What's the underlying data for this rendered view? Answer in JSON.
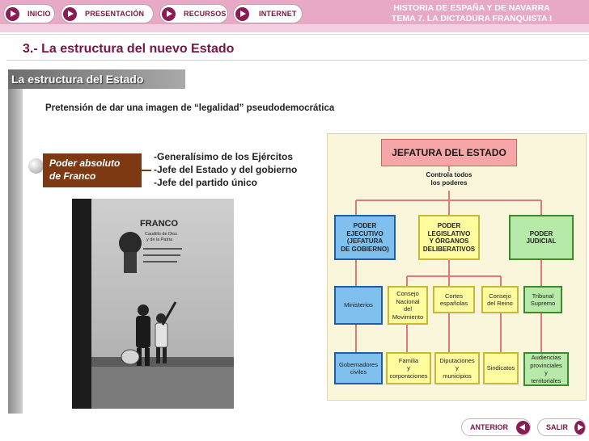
{
  "nav": {
    "items": [
      {
        "label": "INICIO"
      },
      {
        "label": "PRESENTACIÓN"
      },
      {
        "label": "RECURSOS"
      },
      {
        "label": "INTERNET"
      }
    ]
  },
  "header": {
    "line1": "HISTORIA DE ESPAÑA Y DE NAVARRA",
    "line2": "TEMA 7. LA DICTADURA FRANQUISTA I"
  },
  "section_title": "3.- La estructura del nuevo Estado",
  "subtitle": "La estructura del Estado",
  "intro": "Pretensión de dar una imagen de “legalidad” pseudodemocrática",
  "poder_box": {
    "line1": "Poder absoluto",
    "line2": "de Franco"
  },
  "roles": [
    "-Generalísimo de los Ejércitos",
    "-Jefe del Estado y del gobierno",
    "-Jefe del partido único"
  ],
  "photo": {
    "sign_line1": "FRANCO",
    "sign_line2": "Caudillo de Dios",
    "sign_line3": "y de la Patria"
  },
  "diagram": {
    "top": "JEFATURA DEL ESTADO",
    "controls_line1": "Controla todos",
    "controls_line2": "los poderes",
    "powers": [
      {
        "l1": "PODER",
        "l2": "EJECUTIVO",
        "l3": "(JEFATURA",
        "l4": "DE GOBIERNO)"
      },
      {
        "l1": "PODER",
        "l2": "LEGISLATIVO",
        "l3": "Y ÓRGANOS",
        "l4": "DELIBERATIVOS"
      },
      {
        "l1": "PODER",
        "l2": "JUDICIAL"
      }
    ],
    "row2": [
      {
        "l1": "Ministerios"
      },
      {
        "l1": "Consejo",
        "l2": "Nacional",
        "l3": "del",
        "l4": "Movimiento"
      },
      {
        "l1": "Cortes",
        "l2": "españolas"
      },
      {
        "l1": "Consejo",
        "l2": "del Reino"
      },
      {
        "l1": "Tribunal",
        "l2": "Supremo"
      }
    ],
    "row3": [
      {
        "l1": "Gobernadores",
        "l2": "civiles"
      },
      {
        "l1": "Familia",
        "l2": "y",
        "l3": "corporaciones"
      },
      {
        "l1": "Diputaciones",
        "l2": "y",
        "l3": "municipios"
      },
      {
        "l1": "Sindicatos"
      },
      {
        "l1": "Audiencias",
        "l2": "provinciales",
        "l3": "y",
        "l4": "territoriales"
      }
    ]
  },
  "footer": {
    "prev_label": "ANTERIOR",
    "exit_label": "SALIR"
  }
}
